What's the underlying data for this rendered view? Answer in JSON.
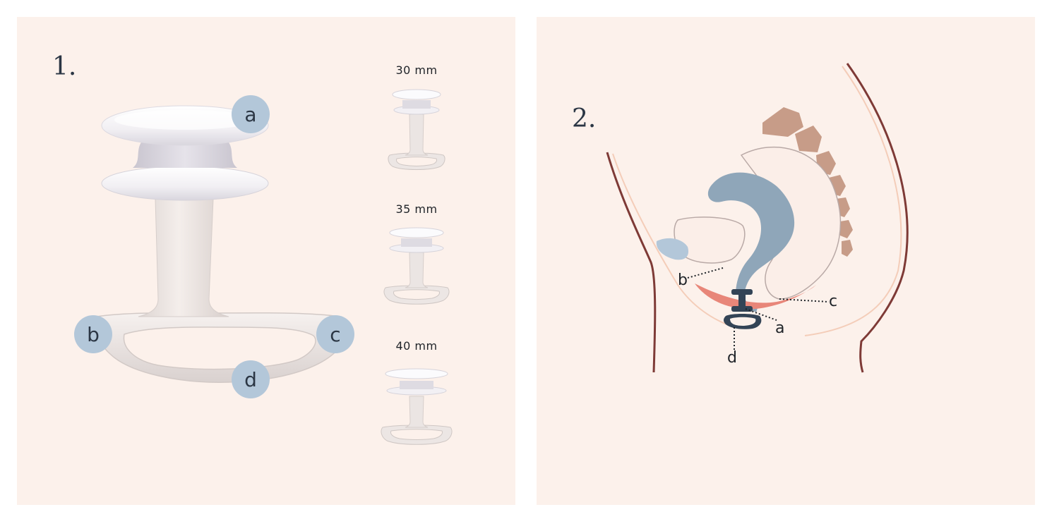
{
  "panel1": {
    "number": "1.",
    "callouts": {
      "a": "a",
      "b": "b",
      "c": "c",
      "d": "d"
    },
    "sizes": [
      "30 mm",
      "35 mm",
      "40 mm"
    ]
  },
  "panel2": {
    "number": "2.",
    "callouts": {
      "a": "a",
      "b": "b",
      "c": "c",
      "d": "d"
    }
  },
  "colors": {
    "background": "#fcf1eb",
    "callout_bubble": "#b3c7d9",
    "callout_text": "#2b3644",
    "device": "#e9e6ea",
    "uterus": "#8fa6b9",
    "sacrum": "#c79c88",
    "skin_outline": "#7e3a36",
    "muscle": "#e88679"
  }
}
